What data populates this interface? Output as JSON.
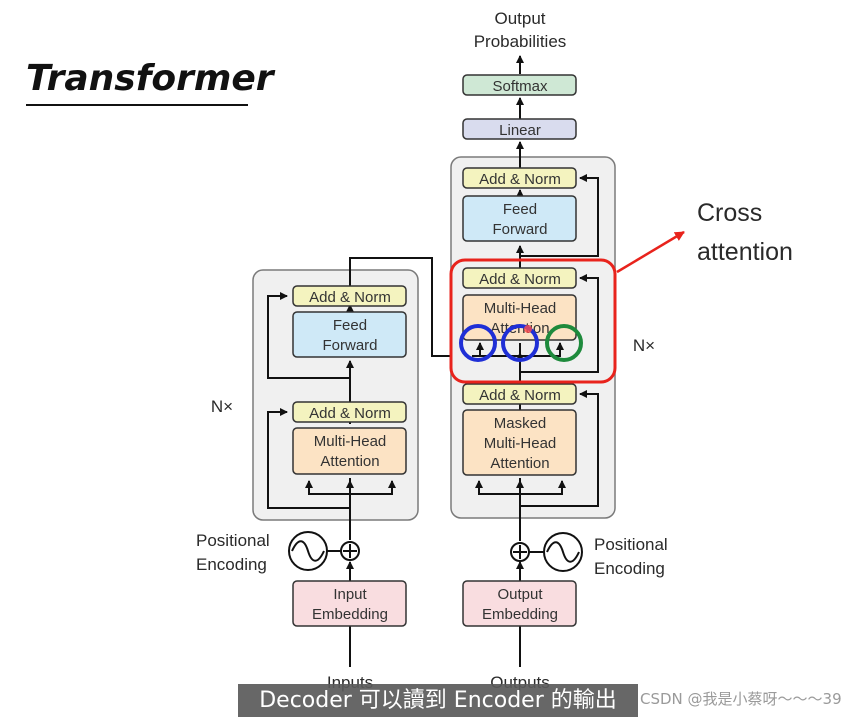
{
  "title": "Transformer",
  "encoder": {
    "repeat_label": "N×",
    "add_norm_top": "Add & Norm",
    "feed_forward": [
      "Feed",
      "Forward"
    ],
    "add_norm_bottom": "Add & Norm",
    "attention": [
      "Multi-Head",
      "Attention"
    ],
    "positional": [
      "Positional",
      "Encoding"
    ],
    "embedding": [
      "Input",
      "Embedding"
    ],
    "input_label": "Inputs"
  },
  "decoder": {
    "repeat_label": "N×",
    "output_probs": [
      "Output",
      "Probabilities"
    ],
    "softmax": "Softmax",
    "linear": "Linear",
    "add_norm_top": "Add & Norm",
    "feed_forward": [
      "Feed",
      "Forward"
    ],
    "add_norm_mid": "Add & Norm",
    "cross_attention": [
      "Multi-Head",
      "Attention"
    ],
    "add_norm_bottom": "Add & Norm",
    "masked_attention": [
      "Masked",
      "Multi-Head",
      "Attention"
    ],
    "positional": [
      "Positional",
      "Encoding"
    ],
    "embedding": [
      "Output",
      "Embedding"
    ],
    "output_label": "Outputs"
  },
  "annotation": {
    "label": [
      "Cross",
      "attention"
    ],
    "colors": {
      "highlight": "#e8231c",
      "encoder_inputs": "#1f2fd6",
      "decoder_input": "#1e8a3c"
    }
  },
  "subtitle": "Decoder 可以讀到 Encoder 的輸出",
  "watermark": "CSDN @我是小蔡呀～～～39"
}
